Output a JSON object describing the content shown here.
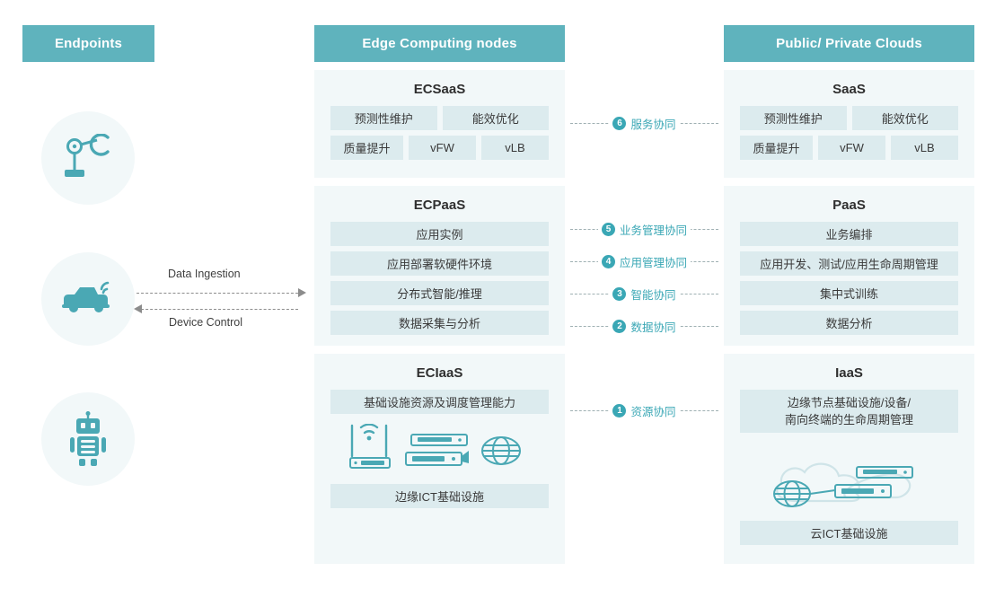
{
  "headers": {
    "endpoints": "Endpoints",
    "edge": "Edge Computing nodes",
    "cloud": "Public/ Private Clouds"
  },
  "endpoint_icons": [
    {
      "name": "robot-arm-icon"
    },
    {
      "name": "connected-car-icon"
    },
    {
      "name": "humanoid-robot-icon"
    }
  ],
  "arrows": {
    "ingest": "Data Ingestion",
    "control": "Device Control"
  },
  "edge": {
    "saas": {
      "title": "ECSaaS",
      "pair": [
        "预测性维护",
        "能效优化"
      ],
      "trio": [
        "质量提升",
        "vFW",
        "vLB"
      ]
    },
    "paas": {
      "title": "ECPaaS",
      "rows": [
        "应用实例",
        "应用部署软硬件环境",
        "分布式智能/推理",
        "数据采集与分析"
      ]
    },
    "iaas": {
      "title": "ECIaaS",
      "rows": [
        "基础设施资源及调度管理能力"
      ],
      "footer": "边缘ICT基础设施"
    }
  },
  "cloud": {
    "saas": {
      "title": "SaaS",
      "pair": [
        "预测性维护",
        "能效优化"
      ],
      "trio": [
        "质量提升",
        "vFW",
        "vLB"
      ]
    },
    "paas": {
      "title": "PaaS",
      "rows": [
        "业务编排",
        "应用开发、测试/应用生命周期管理",
        "集中式训练",
        "数据分析"
      ]
    },
    "iaas": {
      "title": "IaaS",
      "rows_tall": [
        "边缘节点基础设施/设备/",
        "南向终端的生命周期管理"
      ],
      "footer": "云ICT基础设施"
    }
  },
  "connectors": [
    {
      "num": "6",
      "label": "服务协同"
    },
    {
      "num": "5",
      "label": "业务管理协同"
    },
    {
      "num": "4",
      "label": "应用管理协同"
    },
    {
      "num": "3",
      "label": "智能协同"
    },
    {
      "num": "2",
      "label": "数据协同"
    },
    {
      "num": "1",
      "label": "资源协同"
    }
  ],
  "colors": {
    "header_bg": "#5fb3bd",
    "panel_bg": "#f2f8f9",
    "row_bg": "#dcebee",
    "accent": "#3aa7b5",
    "dash": "#8c8c8c"
  }
}
